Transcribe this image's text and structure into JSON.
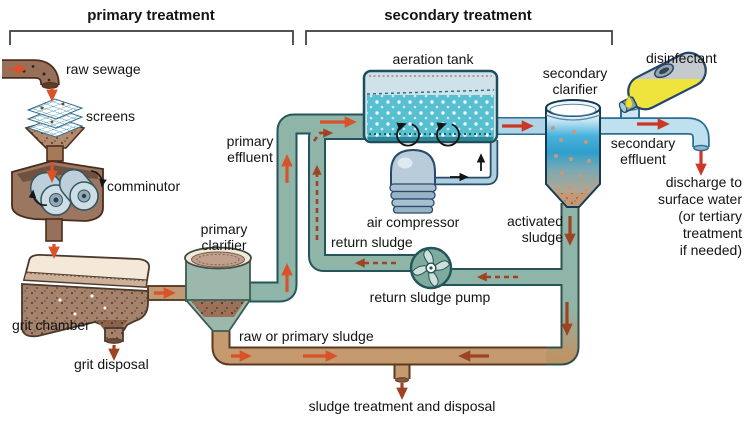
{
  "headers": {
    "primary": "primary treatment",
    "secondary": "secondary treatment"
  },
  "labels": {
    "raw_sewage": "raw sewage",
    "screens": "screens",
    "comminutor": "comminutor",
    "grit_chamber": "grit chamber",
    "grit_disposal": "grit disposal",
    "primary_clarifier": "primary\nclarifier",
    "primary_effluent": "primary\neffluent",
    "aeration_tank": "aeration tank",
    "air_compressor": "air compressor",
    "return_sludge": "return sludge",
    "return_sludge_pump": "return sludge pump",
    "activated_sludge": "activated\nsludge",
    "secondary_clarifier": "secondary\nclarifier",
    "disinfectant": "disinfectant",
    "secondary_effluent": "secondary\neffluent",
    "discharge": "discharge to\nsurface water\n(or tertiary\ntreatment\nif needed)",
    "raw_or_primary_sludge": "raw or primary sludge",
    "sludge_treatment": "sludge treatment and disposal"
  },
  "colors": {
    "pipe_teal": "#8fb4a8",
    "pipe_sludge_tan": "#c49a6e",
    "pipe_clean_blue": "#bfe0ee",
    "aeration_water": "#57bfd0",
    "arrow_orange": "#d8522a",
    "arrow_dark_red": "#9e4425",
    "arrow_red": "#cc3726",
    "disinfectant_yellow": "#efe33e"
  }
}
